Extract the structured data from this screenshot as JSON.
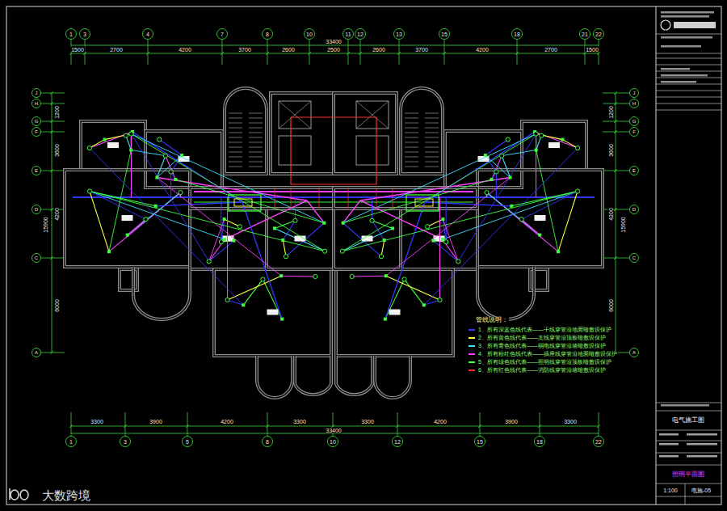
{
  "diagram": {
    "labels": [
      "33400",
      "1500",
      "2700",
      "4200",
      "3700",
      "2600",
      "2500",
      "2600",
      "3700",
      "4200",
      "2700",
      "1500",
      "1",
      "3",
      "4",
      "7",
      "8",
      "10",
      "11",
      "12",
      "13",
      "15",
      "18",
      "21",
      "22",
      "33400",
      "3300",
      "3900",
      "4200",
      "3300",
      "3300",
      "4200",
      "3900",
      "3300",
      "1",
      "3",
      "5",
      "8",
      "10",
      "12",
      "15",
      "18",
      "22",
      "J",
      "H",
      "G",
      "F",
      "E",
      "D",
      "C",
      "A",
      "J",
      "H",
      "G",
      "F",
      "E",
      "D",
      "C",
      "A",
      "15900",
      "1200",
      "3600",
      "4200",
      "6000",
      "15900",
      "1200",
      "3600",
      "4200",
      "6000",
      "管线说明：",
      "电气施工图",
      "照明平面图",
      "1:100",
      "电施-05",
      "大数跨境"
    ],
    "legend": [
      {
        "text": "1、所有深蓝色线代表——干线穿管沿地面暗敷设保护",
        "color": "#3434ff"
      },
      {
        "text": "2、所有黄色线代表——支线穿管沿顶板暗敷设保护",
        "color": "#ffff40"
      },
      {
        "text": "3、所有青色线代表——弱电线穿管沿墙暗敷设保护",
        "color": "#40e0ff"
      },
      {
        "text": "4、所有粉红色线代表——插座线穿管沿地面暗敷设保护",
        "color": "#ff40ff"
      },
      {
        "text": "5、所有绿色线代表——照明线穿管沿顶板暗敷设保护",
        "color": "#40ff40"
      },
      {
        "text": "6、所有红色线代表——消防线穿管沿墙暗敷设保护",
        "color": "#ff3030"
      }
    ]
  }
}
